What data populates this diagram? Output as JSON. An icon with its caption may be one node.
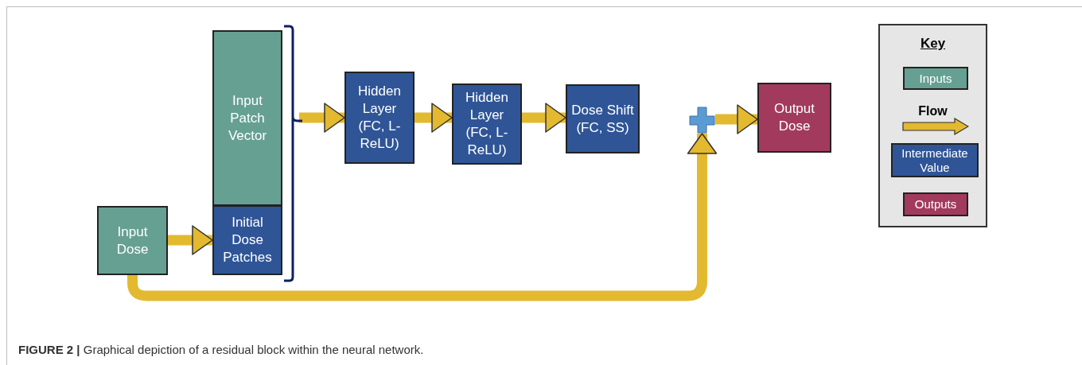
{
  "diagram": {
    "caption": "**FIGURE 2 |** Graphical depiction of a residual block within the neural network.",
    "nodes": [
      {
        "text": [
          "Input Dose"
        ]
      },
      {
        "text": [
          "Input Patch Vector"
        ]
      },
      {
        "text": [
          "Initial Dose Patches"
        ]
      },
      {
        "text": [],
        "shape": "bracket"
      },
      {
        "text": [
          "Hidden Layer (FC, L-ReLU)"
        ]
      },
      {
        "text": [
          "Hidden Layer (FC, L-ReLU)"
        ]
      },
      {
        "text": [
          "Dose Shift (FC, SS)"
        ]
      },
      {
        "text": [],
        "shape": "cross"
      },
      {
        "text": [
          "Output Dose"
        ]
      }
    ],
    "edges": [
      {
        "from": 0,
        "to": 2,
        "arrow": "to"
      },
      {
        "from": 3,
        "to": 4,
        "arrow": "to"
      },
      {
        "from": 4,
        "to": 5,
        "arrow": "to"
      },
      {
        "from": 5,
        "to": 6,
        "arrow": "to"
      },
      {
        "from": 7,
        "to": 8,
        "arrow": "to"
      },
      {
        "from": 0,
        "to": 7,
        "arrow": "to"
      }
    ],
    "labels": [
      "Key"
    ],
    "legend": [
      {
        "text": "Inputs",
        "color": "#66a093"
      },
      {
        "text": "Flow"
      },
      {
        "text": "Intermediate Value",
        "color": "#2f5597"
      },
      {
        "text": "Outputs",
        "color": "#a23a5e"
      }
    ]
  }
}
